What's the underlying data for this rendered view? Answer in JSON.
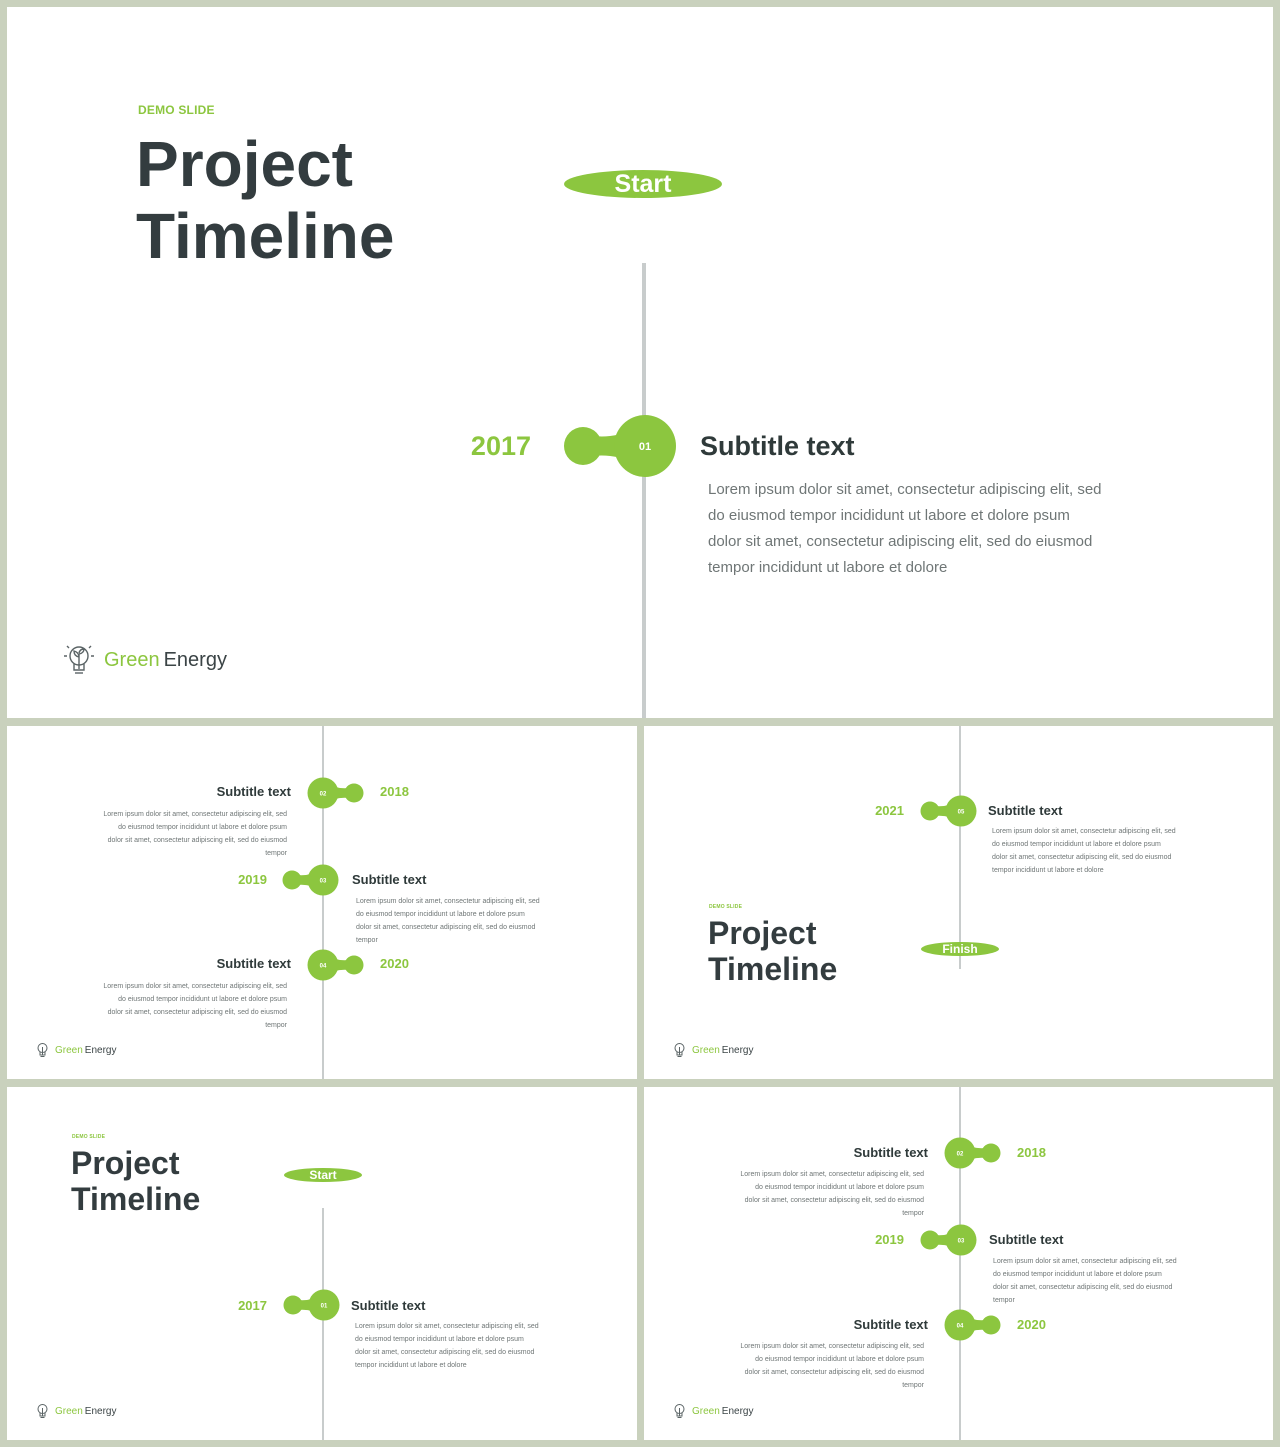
{
  "colors": {
    "accent": "#8cc63f",
    "text": "#333c3f",
    "line": "#c8cccc",
    "frame": "#c9d1bd"
  },
  "common": {
    "eyebrow": "DEMO SLIDE",
    "title_line1": "Project",
    "title_line2": "Timeline",
    "start": "Start",
    "finish": "Finish",
    "brand_green": "Green",
    "brand_rest": "Energy",
    "brand_icon": "lightbulb-leaf-icon",
    "subtitle": "Subtitle text",
    "lorem_long_1": "Lorem ipsum dolor sit amet, consectetur adipiscing elit, sed",
    "lorem_long_2": "do eiusmod tempor incididunt ut labore et dolore psum",
    "lorem_long_3": "dolor sit amet, consectetur adipiscing elit, sed do eiusmod",
    "lorem_long_4": "tempor incididunt ut labore et dolore",
    "lorem_short_4": "tempor"
  },
  "milestones": [
    {
      "num": "01",
      "year": "2017"
    },
    {
      "num": "02",
      "year": "2018"
    },
    {
      "num": "03",
      "year": "2019"
    },
    {
      "num": "04",
      "year": "2020"
    },
    {
      "num": "05",
      "year": "2021"
    }
  ]
}
